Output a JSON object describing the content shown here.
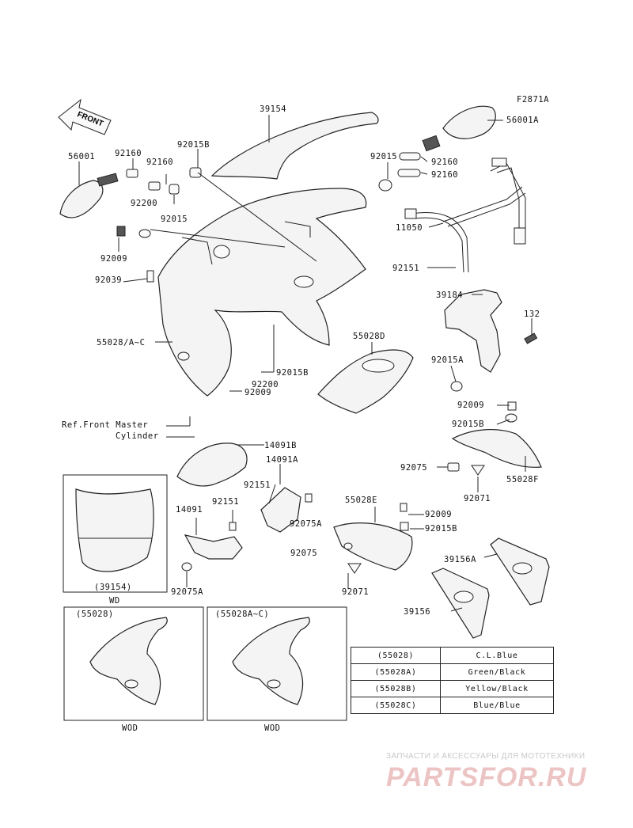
{
  "diagram_id": "F2871A",
  "front_label": "FRONT",
  "parts": {
    "p39154": "39154",
    "p56001A": "56001A",
    "p56001": "56001",
    "p92160_a": "92160",
    "p92160_b": "92160",
    "p92015B_a": "92015B",
    "p92015_a": "92015",
    "p92160_c": "92160",
    "p92160_d": "92160",
    "p92200_a": "92200",
    "p92015_b": "92015",
    "p11050": "11050",
    "p92009_a": "92009",
    "p92039": "92039",
    "p92151_a": "92151",
    "p39184": "39184",
    "p132": "132",
    "p55028_AC": "55028/A~C",
    "p55028D": "55028D",
    "p92015A": "92015A",
    "p92015B_b": "92015B",
    "p92200_b": "92200",
    "p92009_b": "92009",
    "p92009_c": "92009",
    "p92015B_c": "92015B",
    "ref_line1": "Ref.Front Master",
    "ref_line2": "Cylinder",
    "p14091B": "14091B",
    "p14091A": "14091A",
    "p92075": "92075",
    "p55028F": "55028F",
    "p92151_b": "92151",
    "p92071_a": "92071",
    "p92151_c": "92151",
    "p14091": "14091",
    "p92075A_a": "92075A",
    "p55028E": "55028E",
    "p92009_d": "92009",
    "p92015B_d": "92015B",
    "p92075_b": "92075",
    "p92075A_b": "92075A",
    "p39156A": "39156A",
    "p39154_paren": "(39154)",
    "wd": "WD",
    "p92071_b": "92071",
    "p39156": "39156",
    "inset_55028": "(55028)",
    "inset_55028AC": "(55028A~C)",
    "wod_a": "WOD",
    "wod_b": "WOD"
  },
  "color_table": [
    {
      "code": "(55028)",
      "color": "C.L.Blue"
    },
    {
      "code": "(55028A)",
      "color": "Green/Black"
    },
    {
      "code": "(55028B)",
      "color": "Yellow/Black"
    },
    {
      "code": "(55028C)",
      "color": "Blue/Blue"
    }
  ],
  "watermark": {
    "tagline": "ЗАПЧАСТИ И АКСЕССУАРЫ ДЛЯ МОТОТЕХНИКИ",
    "brand": "PARTSFOR.RU"
  }
}
